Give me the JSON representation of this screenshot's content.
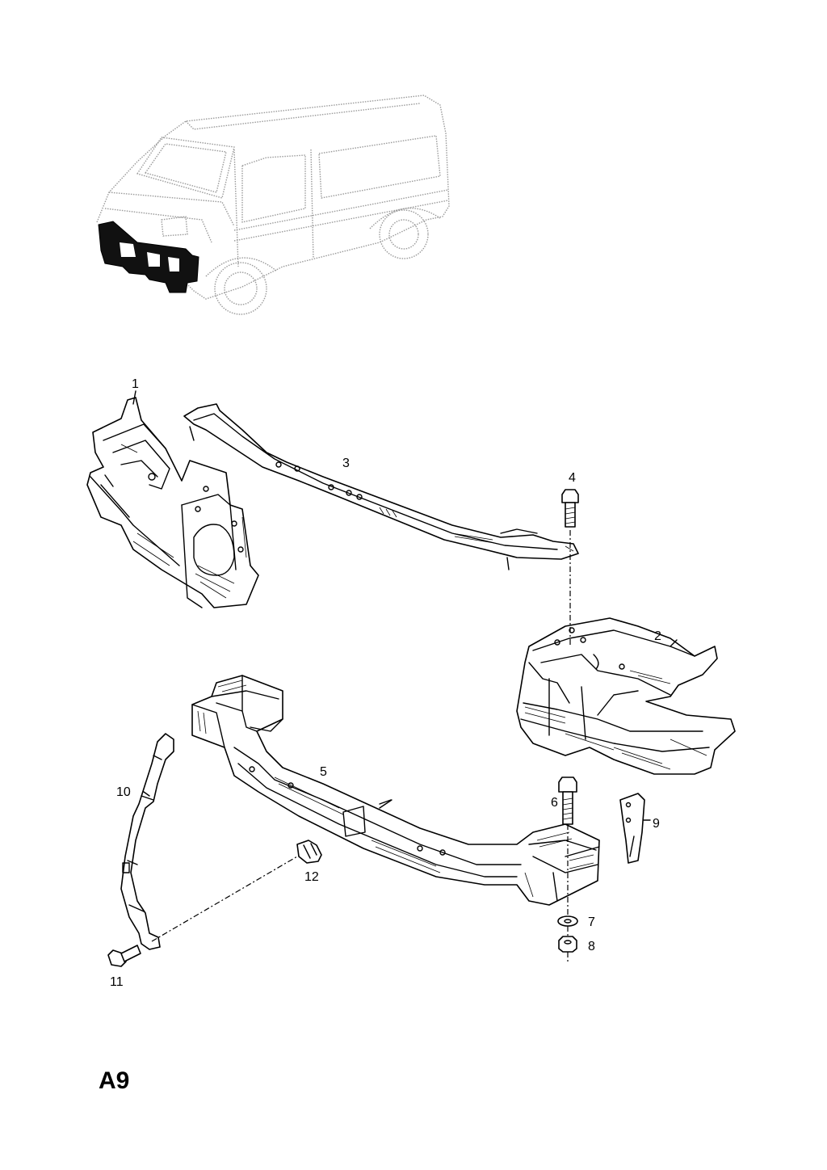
{
  "page_id": "A9",
  "callouts": [
    {
      "id": "1",
      "label": "1"
    },
    {
      "id": "2",
      "label": "2"
    },
    {
      "id": "3",
      "label": "3"
    },
    {
      "id": "4",
      "label": "4"
    },
    {
      "id": "5",
      "label": "5"
    },
    {
      "id": "6",
      "label": "6"
    },
    {
      "id": "7",
      "label": "7"
    },
    {
      "id": "8",
      "label": "8"
    },
    {
      "id": "9",
      "label": "9"
    },
    {
      "id": "10",
      "label": "10"
    },
    {
      "id": "11",
      "label": "11"
    },
    {
      "id": "12",
      "label": "12"
    }
  ]
}
